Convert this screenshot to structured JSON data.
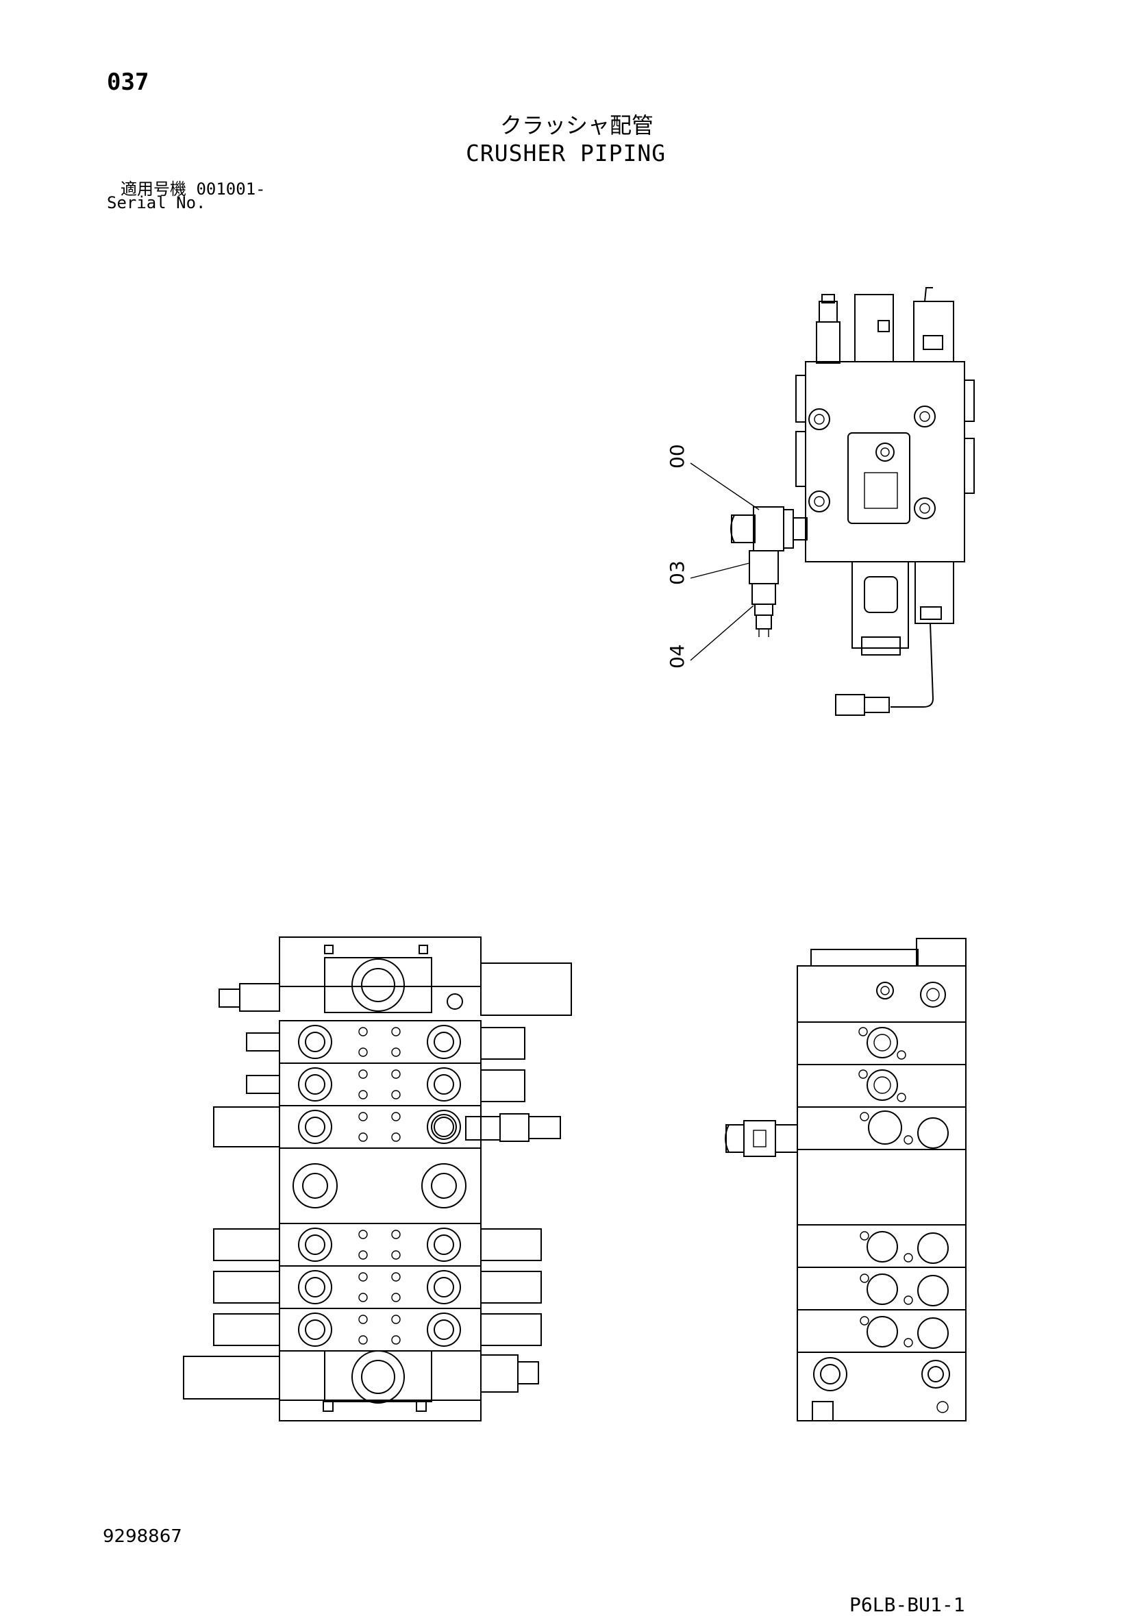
{
  "header": {
    "page_number": "037",
    "title_jp": "クラッシャ配管",
    "title_en": "CRUSHER PIPING",
    "serial_label_jp": "適用号機  001001-",
    "serial_label_en": "Serial No."
  },
  "callouts": [
    {
      "label": "00"
    },
    {
      "label": "03"
    },
    {
      "label": "04"
    }
  ],
  "footer": {
    "document_number": "9298867",
    "page_code": "P6LB-BU1-1"
  }
}
